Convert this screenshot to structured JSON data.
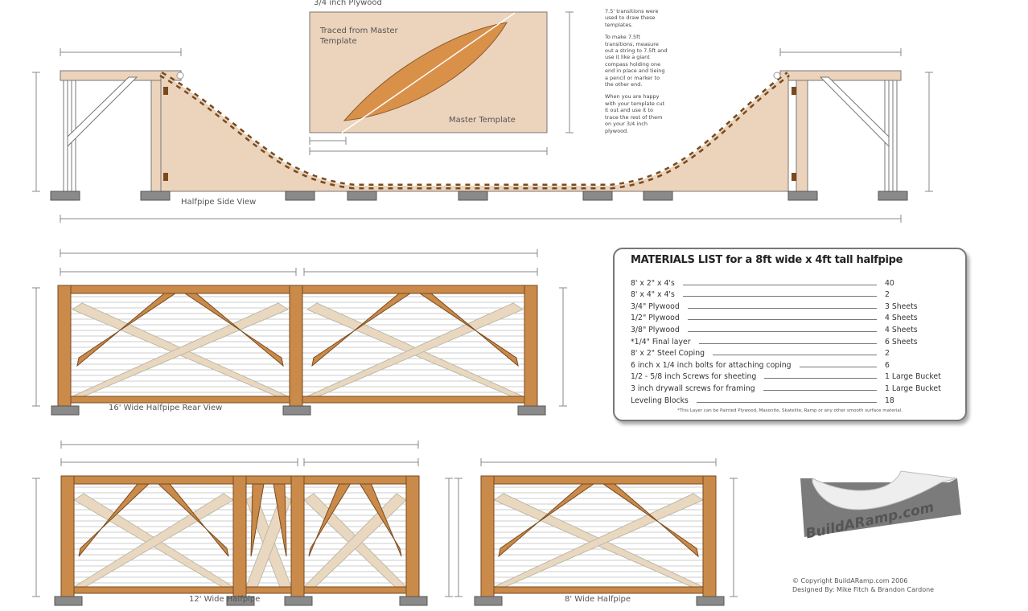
{
  "colors": {
    "wood": "#c98a4a",
    "wood_dark": "#7a4a1f",
    "plywood": "#ecd3bb",
    "template": "#d9914a",
    "brace_light": "#ead7bf",
    "block": "#8a8a8a"
  },
  "side_view": {
    "title": "Halfpipe Side View"
  },
  "template": {
    "title": "3/4 inch Plywood",
    "traced_label": "Traced from Master Template",
    "master_label": "Master Template"
  },
  "notes": [
    "7.5' transitions were used to draw these templates.",
    "To make 7.5ft transitions, measure out a string to 7.5ft and use it like a giant compass holding one end in place and tieing a pencil or marker to the other end.",
    "When you are happy with your template cut it out and use it to trace the rest of them on your 3/4 inch plywood."
  ],
  "rear_view": {
    "title": "16' Wide Halfpipe Rear View"
  },
  "view_12": {
    "title": "12' Wide Halfpipe"
  },
  "view_8": {
    "title": "8' Wide Halfpipe"
  },
  "materials": {
    "title": "MATERIALS LIST for a 8ft wide x 4ft tall halfpipe",
    "items": [
      {
        "name": "8' x 2\" x 4's",
        "qty": "40"
      },
      {
        "name": "8' x 4\" x 4's",
        "qty": "2"
      },
      {
        "name": "3/4\" Plywood",
        "qty": "3 Sheets"
      },
      {
        "name": "1/2\" Plywood",
        "qty": "4 Sheets"
      },
      {
        "name": "3/8\" Plywood",
        "qty": "4 Sheets"
      },
      {
        "name": "*1/4\" Final layer",
        "qty": "6 Sheets"
      },
      {
        "name": "8' x 2\" Steel Coping",
        "qty": "2"
      },
      {
        "name": "6 inch x 1/4 inch bolts for attaching coping",
        "qty": "6"
      },
      {
        "name": "1/2 - 5/8 inch Screws for sheeting",
        "qty": "1 Large Bucket"
      },
      {
        "name": "3 inch drywall screws for framing",
        "qty": "1 Large Bucket"
      },
      {
        "name": "Leveling Blocks",
        "qty": "18"
      }
    ],
    "footnote": "*This Layer can be Painted Plywood, Masonite, Skatelite, Ramp or any other smooth surface material."
  },
  "logo": {
    "text": "BuildARamp.com"
  },
  "copyright": {
    "line1": "© Copyright BuildARamp.com 2006",
    "line2": "Designed By: Mike Fitch & Brandon Cardone"
  }
}
